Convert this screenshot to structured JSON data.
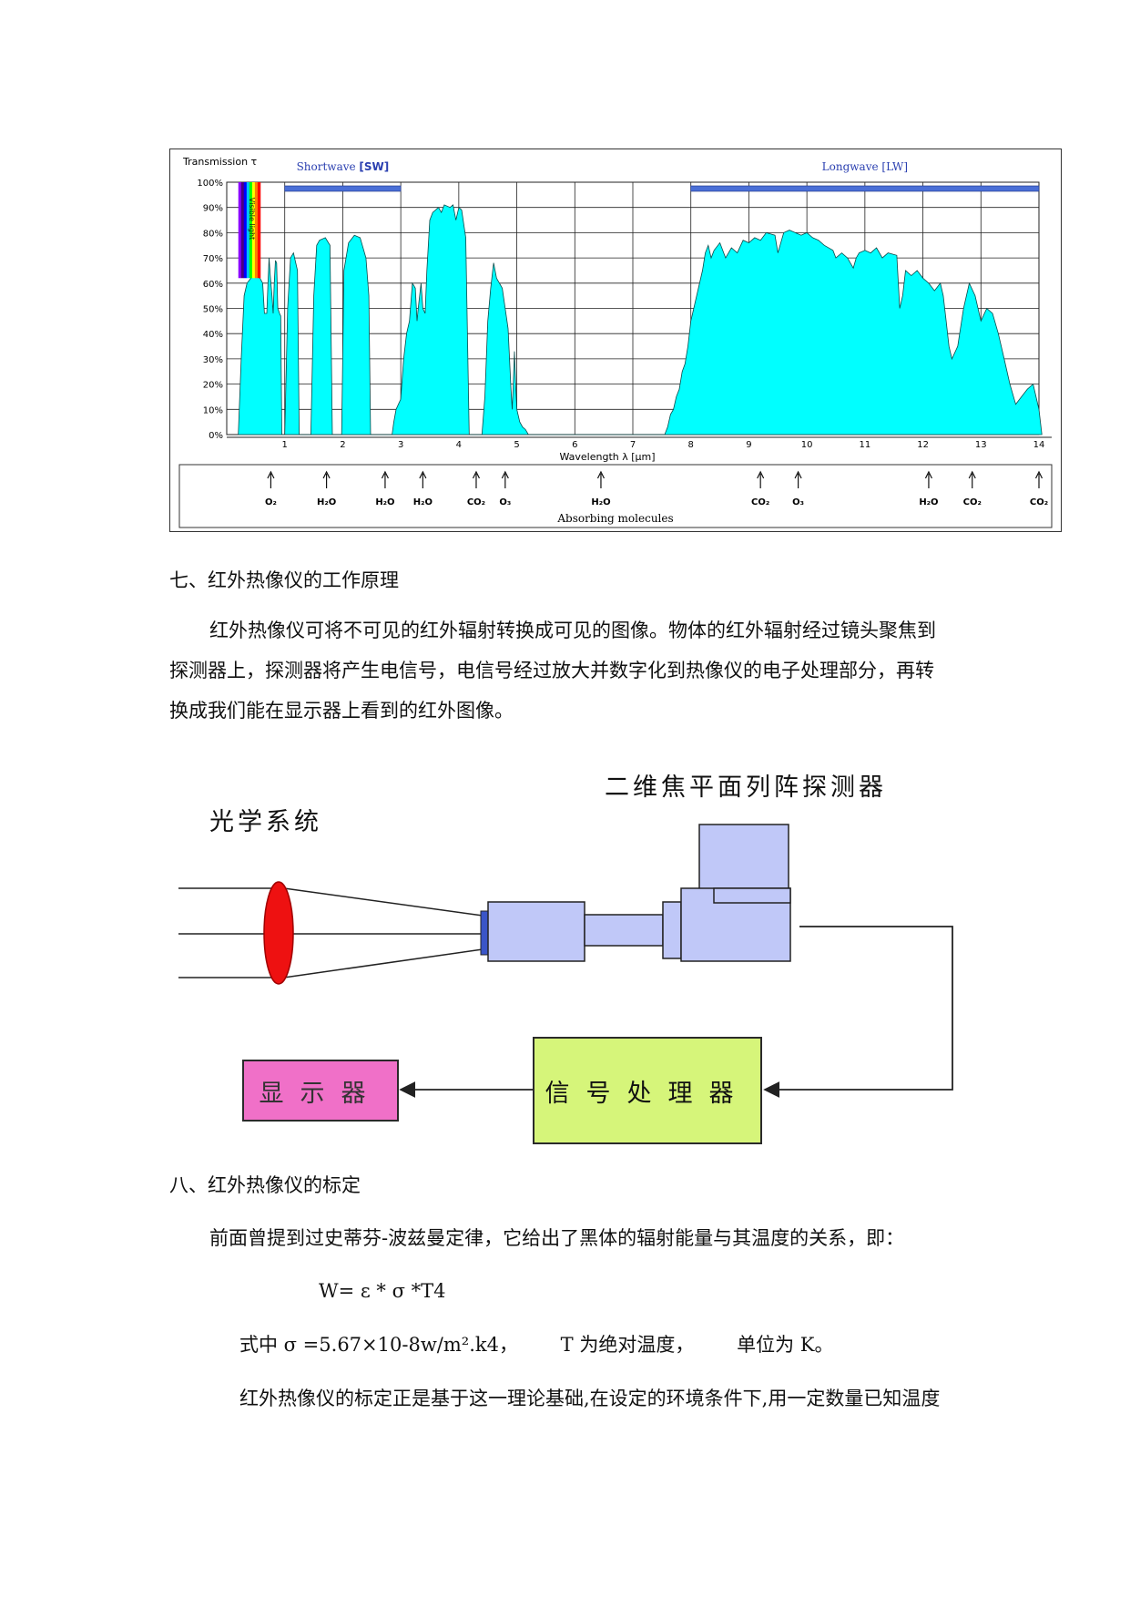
{
  "chart_data": {
    "type": "area",
    "title": "",
    "ylabel": "Transmission τ",
    "xlabel": "Wavelength λ [µm]",
    "xlim": [
      0,
      14
    ],
    "ylim": [
      0,
      100
    ],
    "x_ticks": [
      "1",
      "2",
      "3",
      "4",
      "5",
      "6",
      "7",
      "8",
      "9",
      "10",
      "11",
      "12",
      "13",
      "14"
    ],
    "y_ticks": [
      "100%",
      "90%",
      "80%",
      "70%",
      "60%",
      "50%",
      "40%",
      "30%",
      "20%",
      "10%",
      "0%"
    ],
    "grid": true,
    "fill_color": "#00ffff",
    "bands": [
      {
        "label": "Shortwave",
        "tag": "[SW]",
        "from": 1.0,
        "to": 3.0
      },
      {
        "label": "Longwave",
        "tag": "[LW]",
        "from": 8.0,
        "to": 14.0
      }
    ],
    "band_bar_color": "#4a6fd6",
    "visible_band_label": "Visible light",
    "visible_band": [
      0.2,
      0.58
    ],
    "series": [
      {
        "values": [
          [
            0.2,
            0
          ],
          [
            0.25,
            30
          ],
          [
            0.3,
            55
          ],
          [
            0.35,
            60
          ],
          [
            0.45,
            63
          ],
          [
            0.55,
            63
          ],
          [
            0.62,
            60
          ],
          [
            0.65,
            48
          ],
          [
            0.69,
            48
          ],
          [
            0.71,
            59
          ],
          [
            0.73,
            70
          ],
          [
            0.75,
            63
          ],
          [
            0.78,
            55
          ],
          [
            0.8,
            48
          ],
          [
            0.82,
            60
          ],
          [
            0.84,
            69
          ],
          [
            0.86,
            68
          ],
          [
            0.88,
            50
          ],
          [
            0.91,
            48
          ],
          [
            0.93,
            47
          ],
          [
            0.95,
            0
          ],
          [
            1.0,
            0
          ],
          [
            1.05,
            50
          ],
          [
            1.1,
            70
          ],
          [
            1.15,
            72
          ],
          [
            1.22,
            65
          ],
          [
            1.25,
            0
          ],
          [
            1.45,
            0
          ],
          [
            1.5,
            55
          ],
          [
            1.55,
            75
          ],
          [
            1.6,
            77
          ],
          [
            1.7,
            78
          ],
          [
            1.78,
            75
          ],
          [
            1.82,
            0
          ],
          [
            1.98,
            0
          ],
          [
            2.02,
            65
          ],
          [
            2.1,
            76
          ],
          [
            2.2,
            79
          ],
          [
            2.3,
            78
          ],
          [
            2.4,
            70
          ],
          [
            2.45,
            55
          ],
          [
            2.48,
            0
          ],
          [
            2.85,
            0
          ],
          [
            2.88,
            5
          ],
          [
            2.92,
            10
          ],
          [
            3.0,
            14
          ],
          [
            3.05,
            30
          ],
          [
            3.1,
            40
          ],
          [
            3.15,
            45
          ],
          [
            3.2,
            60
          ],
          [
            3.25,
            58
          ],
          [
            3.28,
            45
          ],
          [
            3.3,
            50
          ],
          [
            3.35,
            60
          ],
          [
            3.38,
            50
          ],
          [
            3.42,
            48
          ],
          [
            3.45,
            65
          ],
          [
            3.5,
            85
          ],
          [
            3.55,
            88
          ],
          [
            3.65,
            90
          ],
          [
            3.7,
            88
          ],
          [
            3.75,
            91
          ],
          [
            3.85,
            90
          ],
          [
            3.9,
            91
          ],
          [
            3.95,
            85
          ],
          [
            4.0,
            90
          ],
          [
            4.05,
            89
          ],
          [
            4.12,
            78
          ],
          [
            4.18,
            0
          ],
          [
            4.4,
            0
          ],
          [
            4.45,
            15
          ],
          [
            4.5,
            45
          ],
          [
            4.55,
            58
          ],
          [
            4.6,
            68
          ],
          [
            4.65,
            62
          ],
          [
            4.7,
            60
          ],
          [
            4.75,
            58
          ],
          [
            4.8,
            50
          ],
          [
            4.85,
            42
          ],
          [
            4.9,
            18
          ],
          [
            4.92,
            10
          ],
          [
            4.94,
            20
          ],
          [
            4.96,
            33
          ],
          [
            4.98,
            20
          ],
          [
            5.0,
            10
          ],
          [
            5.05,
            5
          ],
          [
            5.1,
            3
          ],
          [
            5.15,
            2
          ],
          [
            5.2,
            0
          ],
          [
            7.55,
            0
          ],
          [
            7.6,
            3
          ],
          [
            7.65,
            8
          ],
          [
            7.7,
            10
          ],
          [
            7.75,
            15
          ],
          [
            7.8,
            18
          ],
          [
            7.85,
            25
          ],
          [
            7.9,
            28
          ],
          [
            7.95,
            35
          ],
          [
            8.0,
            45
          ],
          [
            8.05,
            50
          ],
          [
            8.1,
            55
          ],
          [
            8.2,
            65
          ],
          [
            8.25,
            72
          ],
          [
            8.3,
            75
          ],
          [
            8.35,
            70
          ],
          [
            8.4,
            73
          ],
          [
            8.5,
            76
          ],
          [
            8.6,
            70
          ],
          [
            8.7,
            74
          ],
          [
            8.8,
            72
          ],
          [
            8.9,
            77
          ],
          [
            9.0,
            76
          ],
          [
            9.1,
            78
          ],
          [
            9.2,
            77
          ],
          [
            9.3,
            80
          ],
          [
            9.45,
            79
          ],
          [
            9.5,
            72
          ],
          [
            9.6,
            80
          ],
          [
            9.7,
            81
          ],
          [
            9.8,
            80
          ],
          [
            9.9,
            79
          ],
          [
            10.0,
            80
          ],
          [
            10.1,
            78
          ],
          [
            10.2,
            77
          ],
          [
            10.3,
            75
          ],
          [
            10.45,
            73
          ],
          [
            10.5,
            70
          ],
          [
            10.6,
            72
          ],
          [
            10.7,
            70
          ],
          [
            10.8,
            66
          ],
          [
            10.85,
            70
          ],
          [
            10.9,
            72
          ],
          [
            11.0,
            73
          ],
          [
            11.1,
            72
          ],
          [
            11.2,
            74
          ],
          [
            11.3,
            70
          ],
          [
            11.4,
            72
          ],
          [
            11.55,
            71
          ],
          [
            11.6,
            50
          ],
          [
            11.65,
            55
          ],
          [
            11.7,
            65
          ],
          [
            11.8,
            63
          ],
          [
            11.9,
            65
          ],
          [
            12.0,
            62
          ],
          [
            12.1,
            60
          ],
          [
            12.2,
            57
          ],
          [
            12.3,
            60
          ],
          [
            12.35,
            55
          ],
          [
            12.4,
            45
          ],
          [
            12.45,
            35
          ],
          [
            12.5,
            30
          ],
          [
            12.6,
            35
          ],
          [
            12.7,
            50
          ],
          [
            12.8,
            60
          ],
          [
            12.9,
            55
          ],
          [
            13.0,
            45
          ],
          [
            13.1,
            50
          ],
          [
            13.2,
            48
          ],
          [
            13.3,
            40
          ],
          [
            13.4,
            30
          ],
          [
            13.5,
            20
          ],
          [
            13.6,
            12
          ],
          [
            13.7,
            15
          ],
          [
            13.8,
            18
          ],
          [
            13.9,
            20
          ],
          [
            14.0,
            10
          ],
          [
            14.05,
            0
          ]
        ]
      }
    ],
    "absorbing_molecules_label": "Absorbing molecules",
    "molecules": [
      {
        "x": 0.76,
        "label": "O₂"
      },
      {
        "x": 1.72,
        "label": "H₂O"
      },
      {
        "x": 2.73,
        "label": "H₂O"
      },
      {
        "x": 3.38,
        "label": "H₂O"
      },
      {
        "x": 4.3,
        "label": "CO₂"
      },
      {
        "x": 4.8,
        "label": "O₃"
      },
      {
        "x": 6.45,
        "label": "H₂O"
      },
      {
        "x": 9.2,
        "label": "CO₂"
      },
      {
        "x": 9.85,
        "label": "O₃"
      },
      {
        "x": 12.1,
        "label": "H₂O"
      },
      {
        "x": 12.85,
        "label": "CO₂"
      },
      {
        "x": 14.0,
        "label": "CO₂"
      }
    ]
  },
  "section7": {
    "heading": "七、红外热像仪的工作原理",
    "lines": [
      "红外热像仪可将不可见的红外辐射转换成可见的图像。物体的红外辐射经过镜头聚焦到",
      "探测器上，探测器将产生电信号，电信号经过放大并数字化到热像仪的电子处理部分，再转",
      "换成我们能在显示器上看到的红外图像。"
    ]
  },
  "diagram": {
    "optics_label": "光学系统",
    "detector_label": "二维焦平面列阵探测器",
    "processor_label": "信号处理器",
    "display_label": "显示器",
    "lens_color": "#ee1111",
    "detector_color": "#c0c8f8",
    "processor_color": "#d6f57a",
    "display_color": "#f070c8"
  },
  "section8": {
    "heading": "八、红外热像仪的标定",
    "line1": "前面曾提到过史蒂芬-波兹曼定律，它给出了黑体的辐射能量与其温度的关系，即：",
    "formula": "W= ε * σ *T4",
    "line2": "式中 σ =5.67×10-8w/m².k4，       T 为绝对温度，       单位为 K。",
    "line3": "红外热像仪的标定正是基于这一理论基础,在设定的环境条件下,用一定数量已知温度"
  }
}
